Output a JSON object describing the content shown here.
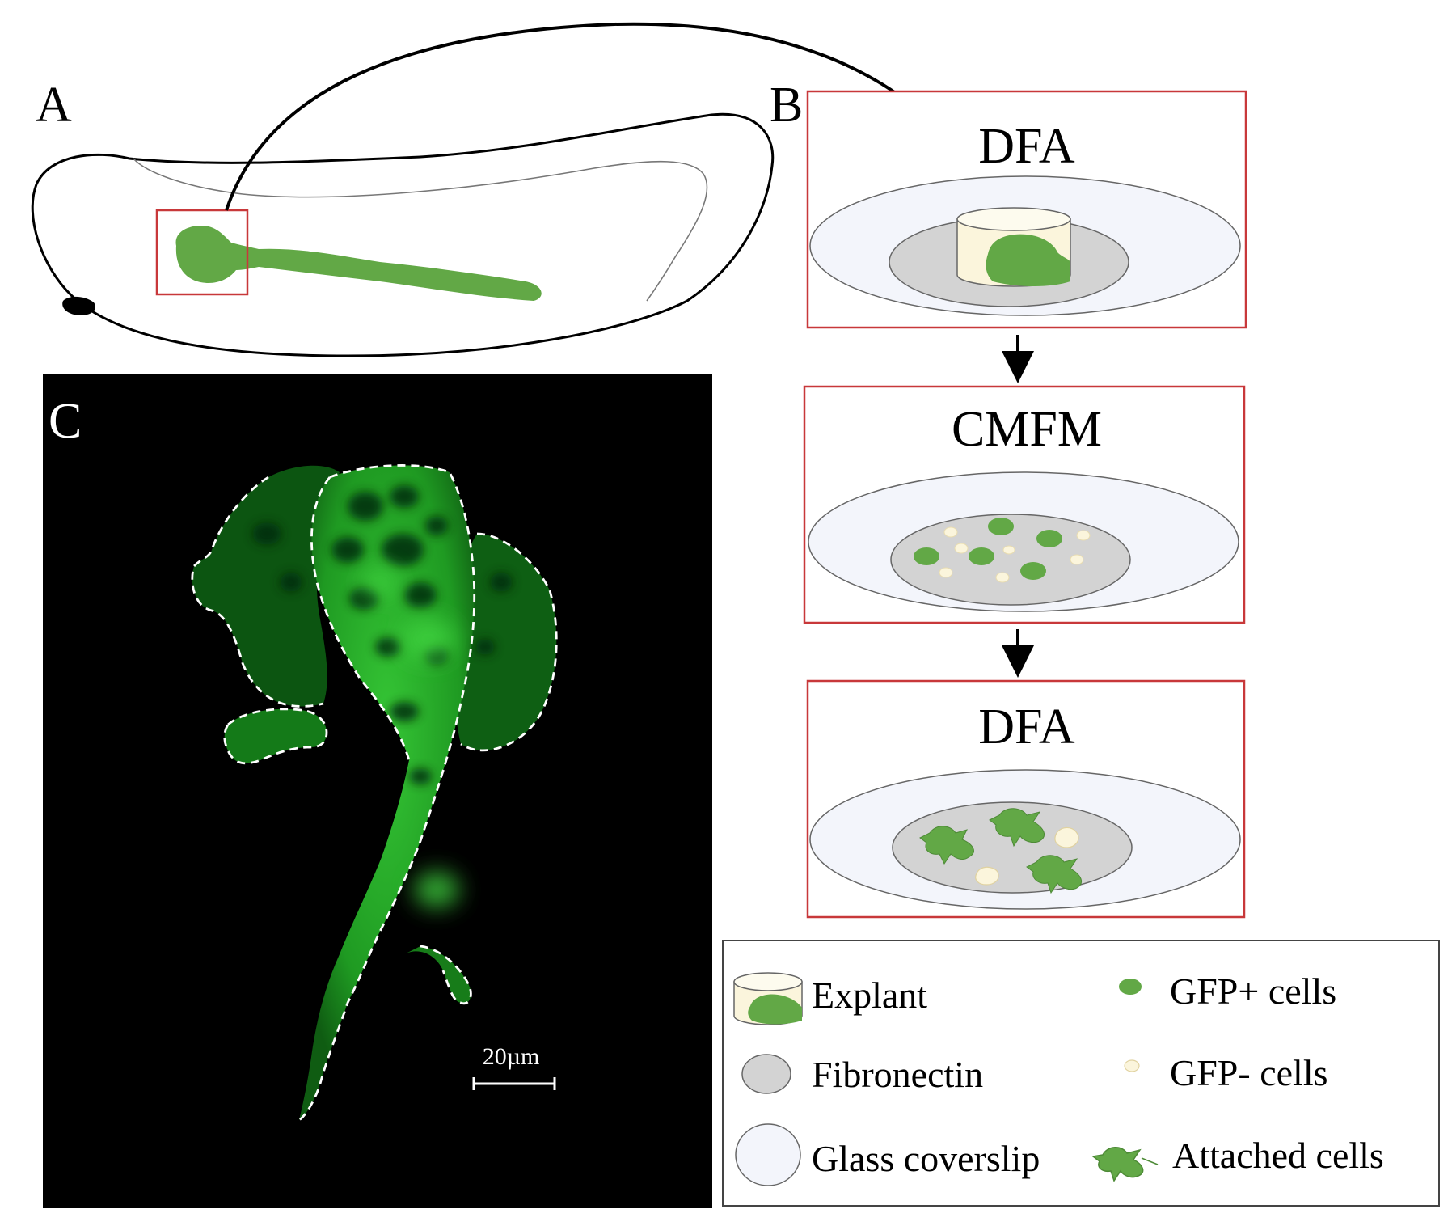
{
  "panel_labels": {
    "a": "A",
    "b": "B",
    "c": "C"
  },
  "steps": [
    {
      "title": "DFA"
    },
    {
      "title": "CMFM"
    },
    {
      "title": "DFA"
    }
  ],
  "scale_bar": {
    "label": "20µm"
  },
  "legend": {
    "items": [
      {
        "label": "Explant"
      },
      {
        "label": "GFP+ cells"
      },
      {
        "label": "Fibronectin"
      },
      {
        "label": "GFP- cells"
      },
      {
        "label": "Glass coverslip"
      },
      {
        "label": "Attached cells"
      }
    ]
  },
  "colors": {
    "box_border": "#c8383a",
    "gfp_green": "#62a846",
    "explant_cream": "#fbf5dc",
    "fibronectin_gray": "#d3d3d3",
    "coverslip": "#f3f5fb",
    "micrograph_bg": "#000000",
    "cell_green": "#2bb52b"
  }
}
